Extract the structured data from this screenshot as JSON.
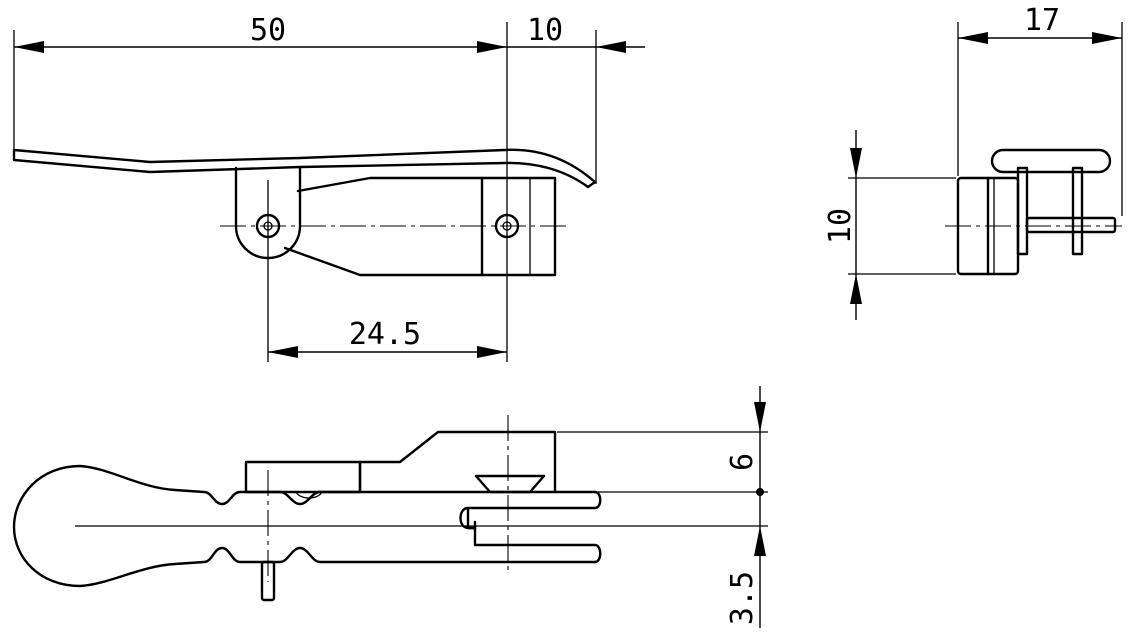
{
  "dimensions": {
    "overall_length": "50",
    "tip_length": "10",
    "pivot_spacing": "24.5",
    "side_width": "17",
    "side_height": "10",
    "top_height": "6",
    "pin_length": "3.5"
  }
}
